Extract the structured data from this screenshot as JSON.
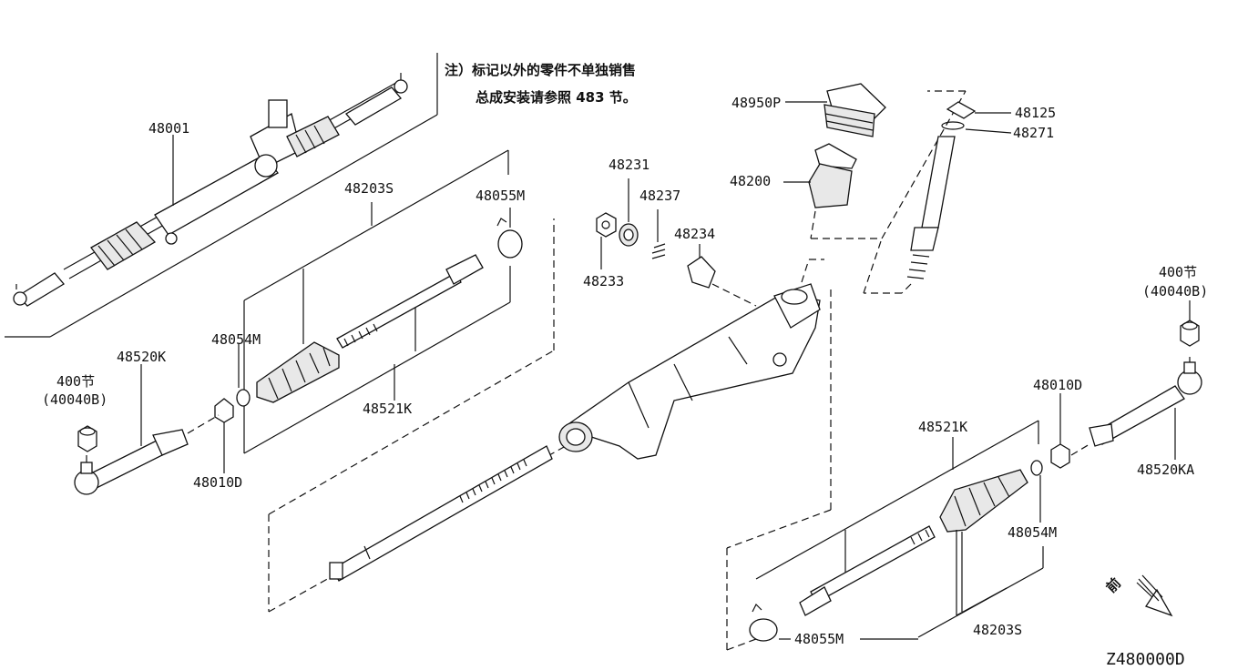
{
  "note": {
    "line1": "注）标记以外的零件不单独销售",
    "line2": "总成安装请参照 483 节。"
  },
  "labels": {
    "p48001": "48001",
    "p48203s_left": "48203S",
    "p48055m_left": "48055M",
    "p48054m_left": "48054M",
    "p48521k_left": "48521K",
    "p48520k": "48520K",
    "sec400_left": "400节",
    "sec40040b_left": "(40040B)",
    "p48010d_left": "48010D",
    "p48231": "48231",
    "p48237": "48237",
    "p48234": "48234",
    "p48233": "48233",
    "p48950p": "48950P",
    "p48200": "48200",
    "p48125": "48125",
    "p48271": "48271",
    "sec400_right": "400节",
    "sec40040b_right": "(40040B)",
    "p48010d_right": "48010D",
    "p48520ka": "48520KA",
    "p48521k_right": "48521K",
    "p48054m_right": "48054M",
    "p48055m_right": "48055M",
    "p48203s_right": "48203S",
    "front": "前",
    "diagram_code": "Z480000D"
  }
}
